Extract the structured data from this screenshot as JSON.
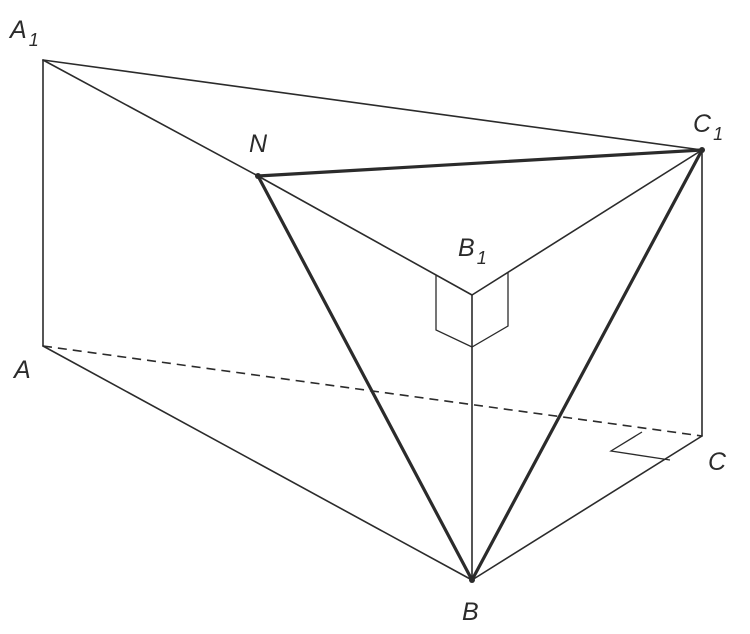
{
  "labels": {
    "A1": {
      "main": "A",
      "sub": "1"
    },
    "A": {
      "main": "A",
      "sub": ""
    },
    "N": {
      "main": "N",
      "sub": ""
    },
    "B1": {
      "main": "B",
      "sub": "1"
    },
    "C1": {
      "main": "C",
      "sub": "1"
    },
    "C": {
      "main": "C",
      "sub": ""
    },
    "B": {
      "main": "B",
      "sub": ""
    }
  },
  "colors": {
    "stroke": "#2b2b2b",
    "background": "#ffffff"
  }
}
